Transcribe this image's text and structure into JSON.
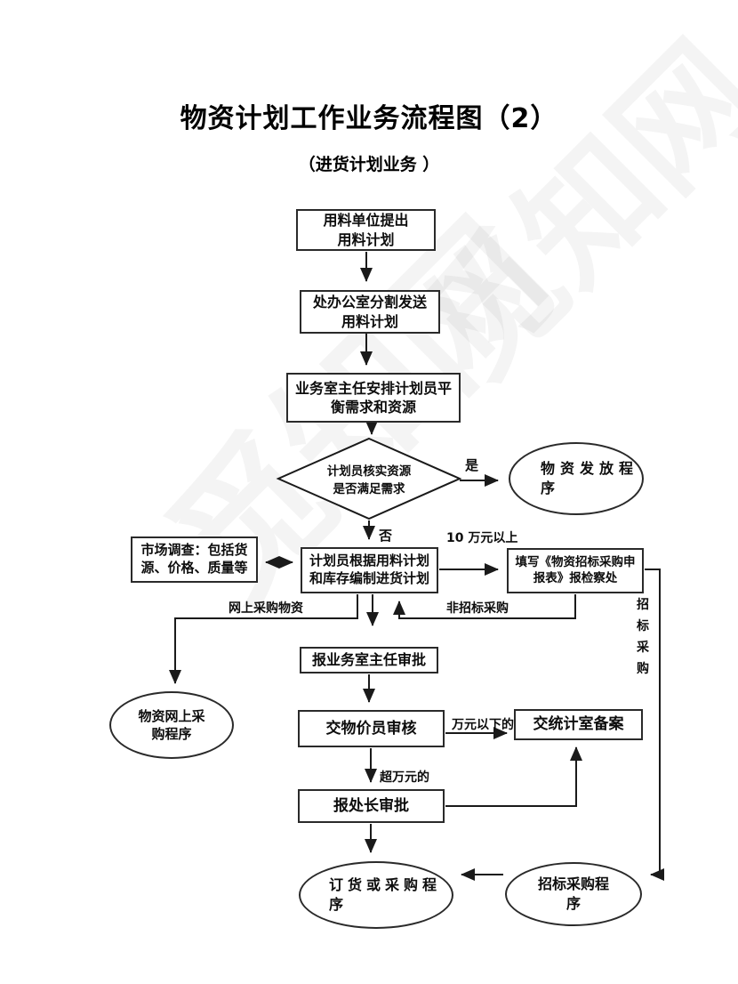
{
  "title": "物资计划工作业务流程图（2）",
  "subtitle": "（进货计划业务 ）",
  "watermark": "觅知网",
  "nodes": {
    "material_request": "用料单位提出\n用料计划",
    "office_distribute": "处办公室分割发送\n用料计划",
    "director_arrange": "业务室主任安排计划员平\n衡需求和资源",
    "verify_decision": "计划员核实资源\n是否满足需求",
    "dispatch_program": "物资发放程\n序",
    "market_survey": "市场调查：包括货\n源、价格、质量等",
    "plan_create": "计划员根据用料计划\n和库存编制进货计划",
    "fill_form": "填写《物资招标采购申\n报表》报检察处",
    "report_room_director": "报业务室主任审批",
    "online_program": "物资网上采\n购程序",
    "price_review": "交物价员审核",
    "statistics_record": "交统计室备案",
    "chief_approve": "报处长审批",
    "order_program": "订货或采购程\n序",
    "bidding_program": "招标采购程\n序"
  },
  "labels": {
    "yes": "是",
    "no": "否",
    "over_100k": "10 万元以上",
    "online_purchase": "网上采购物资",
    "non_bidding": "非招标采购",
    "under_10k": "万元以下的",
    "over_10k": "超万元的",
    "bidding_vertical": "招\n标\n采\n购"
  },
  "colors": {
    "line": "#1a1a1a",
    "text": "#000000",
    "background": "#ffffff"
  }
}
